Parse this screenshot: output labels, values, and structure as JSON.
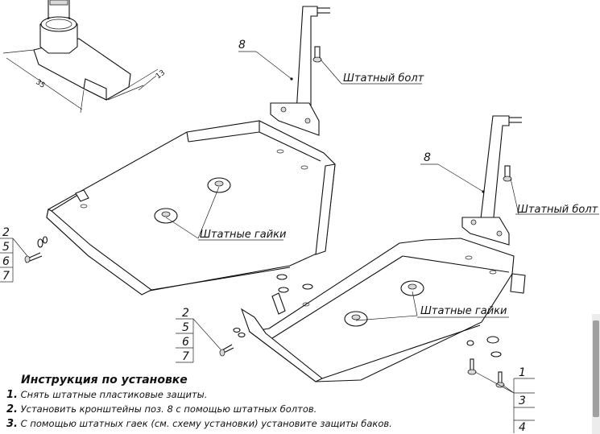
{
  "labels": {
    "part8_top": "8",
    "bolt_top": "Штатный болт",
    "part8_right": "8",
    "bolt_right": "Штатный болт",
    "nuts_left": "Штатные гайки",
    "nuts_right": "Штатные гайки",
    "dim_35": "35",
    "dim_13": "13"
  },
  "legend_left": [
    "2",
    "5",
    "6",
    "7"
  ],
  "legend_middle": [
    "2",
    "5",
    "6",
    "7"
  ],
  "legend_right": [
    "1",
    "3",
    "4"
  ],
  "instructions": {
    "title": "Инструкция по установке",
    "steps": [
      {
        "num": "1.",
        "text": "Снять штатные пластиковые защиты."
      },
      {
        "num": "2.",
        "text": "Установить кронштейны поз. 8 с помощью штатных болтов."
      },
      {
        "num": "3.",
        "text": "С помощью штатных гаек (см. схему установки) установите защиты баков."
      }
    ]
  }
}
